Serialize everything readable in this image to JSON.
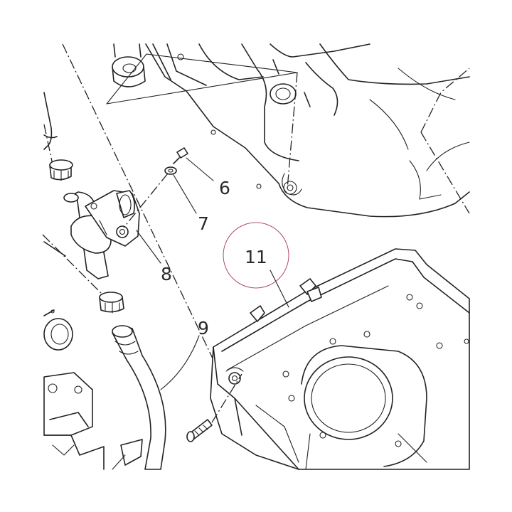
{
  "callouts": {
    "c6": "6",
    "c7": "7",
    "c8": "8",
    "c9": "9",
    "c11": "11"
  },
  "colors": {
    "line": "#222222",
    "highlight_circle": "#b5485e",
    "label": "#2a2a2a"
  }
}
